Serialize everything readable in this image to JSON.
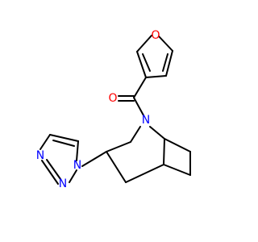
{
  "molecule": {
    "atoms": {
      "furan_oxygen": {
        "symbol": "O",
        "color": "#ff0000"
      },
      "carbonyl_oxygen": {
        "symbol": "O",
        "color": "#ff0000"
      },
      "bridge_nitrogen": {
        "symbol": "N",
        "color": "#0000ff"
      },
      "triazole_n1": {
        "symbol": "N",
        "color": "#0000ff"
      },
      "triazole_n2": {
        "symbol": "N",
        "color": "#0000ff"
      },
      "triazole_n3": {
        "symbol": "N",
        "color": "#0000ff"
      }
    },
    "bond_color": "#000000"
  }
}
